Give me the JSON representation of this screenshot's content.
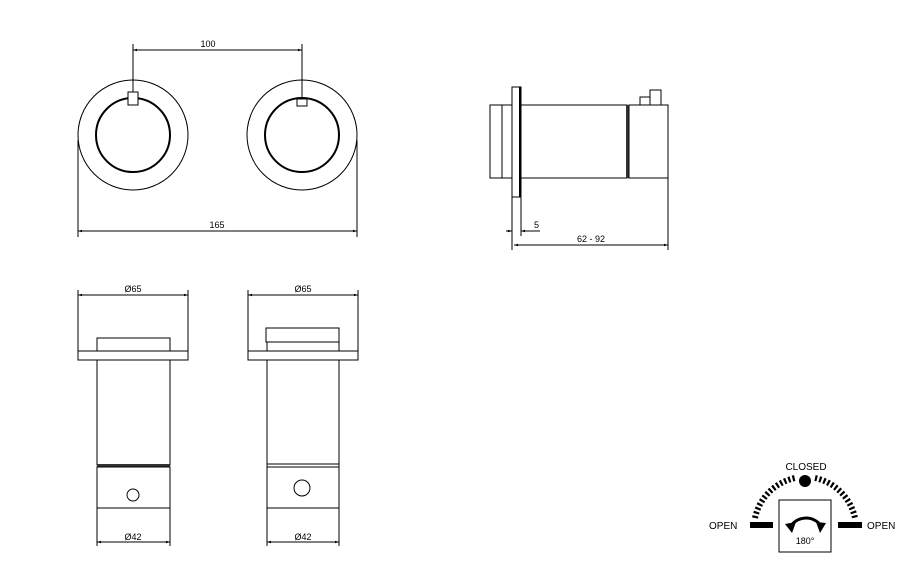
{
  "front_view": {
    "spacing_label": "100",
    "width_label": "165"
  },
  "side_view": {
    "flange_label": "5",
    "depth_label": "62 - 92"
  },
  "bottom_view_left": {
    "outer_label": "Ø65",
    "inner_label": "Ø42"
  },
  "bottom_view_right": {
    "outer_label": "Ø65",
    "inner_label": "Ø42"
  },
  "rotation_symbol": {
    "closed_label": "CLOSED",
    "open_left_label": "OPEN",
    "open_right_label": "OPEN",
    "angle_label": "180°"
  }
}
